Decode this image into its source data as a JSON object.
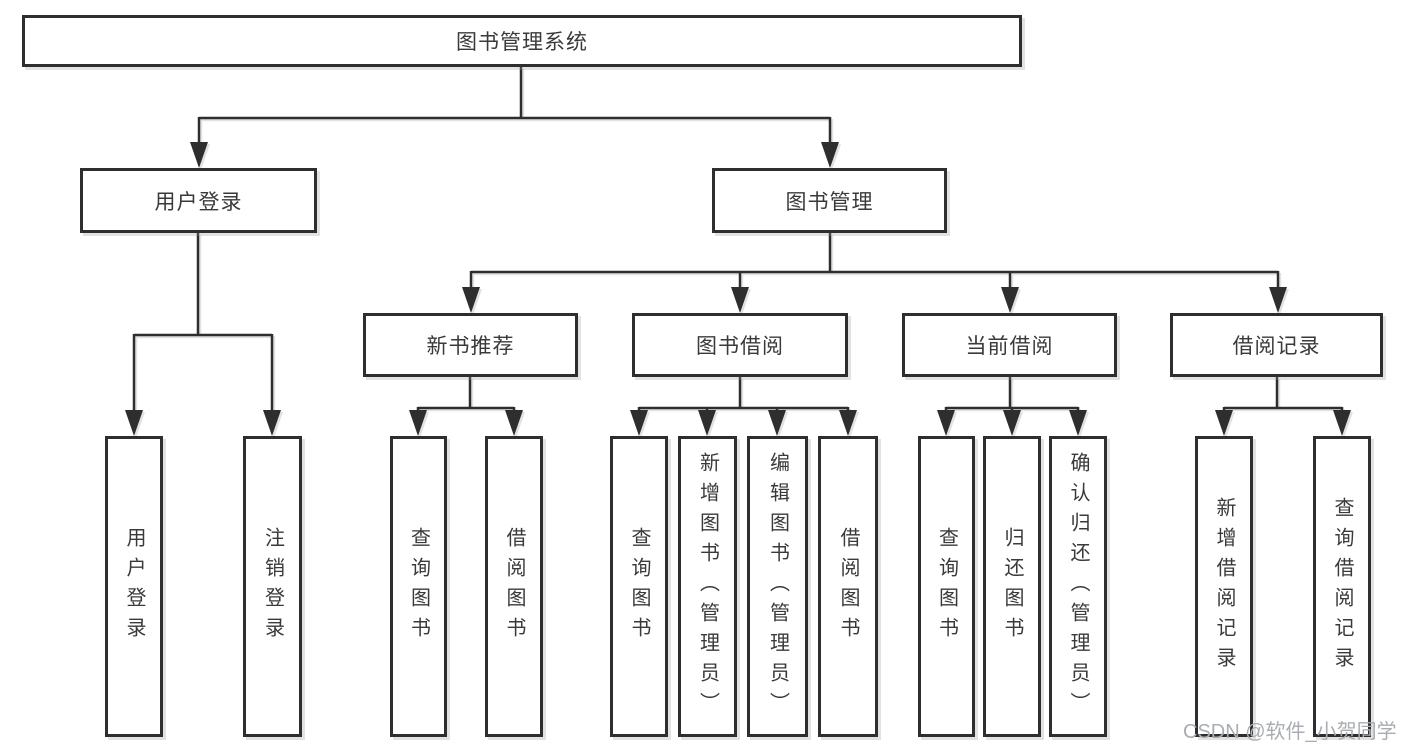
{
  "tree": {
    "root": "图书管理系统",
    "branches": [
      {
        "label": "用户登录",
        "children": [
          {
            "label": "用户登录"
          },
          {
            "label": "注销登录"
          }
        ]
      },
      {
        "label": "图书管理",
        "children": [
          {
            "label": "新书推荐",
            "children": [
              {
                "label": "查询图书"
              },
              {
                "label": "借阅图书"
              }
            ]
          },
          {
            "label": "图书借阅",
            "children": [
              {
                "label": "查询图书"
              },
              {
                "label": "新增图书（管理员）"
              },
              {
                "label": "编辑图书（管理员）"
              },
              {
                "label": "借阅图书"
              }
            ]
          },
          {
            "label": "当前借阅",
            "children": [
              {
                "label": "查询图书"
              },
              {
                "label": "归还图书"
              },
              {
                "label": "确认归还（管理员）"
              }
            ]
          },
          {
            "label": "借阅记录",
            "children": [
              {
                "label": "新增借阅记录"
              },
              {
                "label": "查询借阅记录"
              }
            ]
          }
        ]
      }
    ]
  },
  "watermark": "CSDN @软件_小贺同学",
  "colors": {
    "background": "#ffffff",
    "line": "#2e2e2e",
    "text": "#3a3a3a",
    "watermark": "#a9adb2"
  }
}
